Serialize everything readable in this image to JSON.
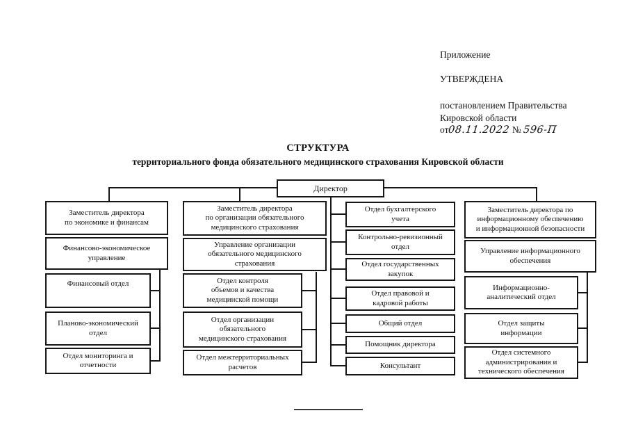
{
  "approval": {
    "appendix": "Приложение",
    "approved": "УТВЕРЖДЕНА",
    "by_line1": "постановлением Правительства",
    "by_line2": "Кировской области",
    "date_prefix": "от",
    "date_value": "08.11.2022",
    "number_sign": "№",
    "number_value": "596-П"
  },
  "title": {
    "line1": "СТРУКТУРА",
    "line2": "территориального фонда обязательного медицинского страхования Кировской области"
  },
  "org": {
    "director": "Директор",
    "col1": {
      "deputy": "Заместитель директора\nпо экономике и финансам",
      "directorate": "Финансово-экономическое\nуправление",
      "dept1": "Финансовый отдел",
      "dept2": "Планово-экономический\nотдел",
      "dept3": "Отдел мониторинга и\nотчетности"
    },
    "col2": {
      "deputy": "Заместитель директора\nпо организации обязательного\nмедицинского страхования",
      "directorate": "Управление организации\nобязательного медицинского\nстрахования",
      "dept1": "Отдел контроля\nобъемов и качества\nмедицинской помощи",
      "dept2": "Отдел организации\nобязательного\nмедицинского страхования",
      "dept3": "Отдел межтерриториальных\nрасчетов"
    },
    "col3": {
      "dept1": "Отдел бухгалтерского\nучета",
      "dept2": "Контрольно-ревизионный\nотдел",
      "dept3": "Отдел государственных\nзакупок",
      "dept4": "Отдел правовой и\nкадровой работы",
      "dept5": "Общий отдел",
      "dept6": "Помощник директора",
      "dept7": "Консультант"
    },
    "col4": {
      "deputy": "Заместитель директора по\nинформационному обеспечению\nи информационной безопасности",
      "directorate": "Управление информационного\nобеспечения",
      "dept1": "Информационно-\nаналитический отдел",
      "dept2": "Отдел защиты\nинформации",
      "dept3": "Отдел системного\nадминистрирования и\nтехнического обеспечения"
    }
  }
}
